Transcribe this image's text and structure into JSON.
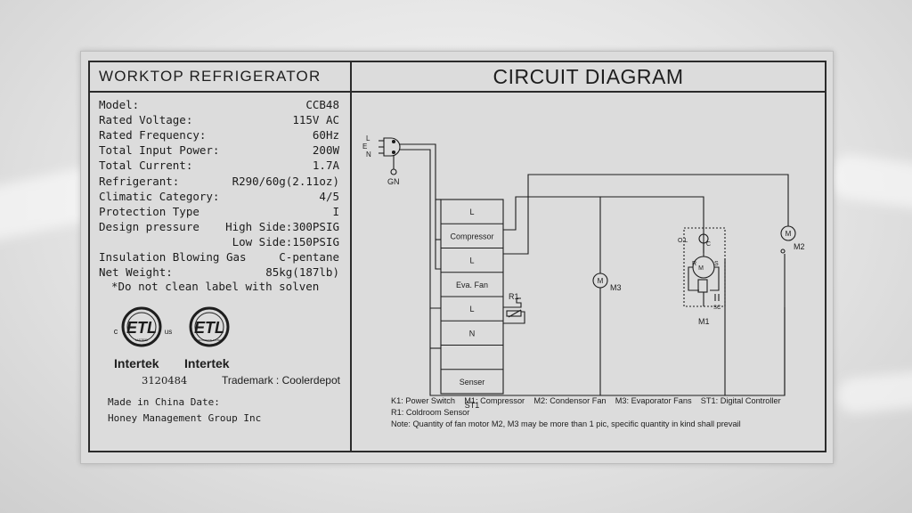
{
  "label": {
    "title": "WORKTOP REFRIGERATOR",
    "specs": [
      {
        "label": "Model:",
        "value": "CCB48"
      },
      {
        "label": "Rated Voltage:",
        "value": "115V AC"
      },
      {
        "label": "Rated Frequency:",
        "value": "60Hz"
      },
      {
        "label": "Total Input Power:",
        "value": "200W"
      },
      {
        "label": "Total Current:",
        "value": "1.7A"
      },
      {
        "label": "Refrigerant:",
        "value": "R290/60g(2.11oz)"
      },
      {
        "label": "Climatic Category:",
        "value": "4/5"
      },
      {
        "label": "Protection Type",
        "value": "I"
      },
      {
        "label": "Design pressure",
        "value": "High Side:300PSIG"
      },
      {
        "label": "",
        "value": "Low Side:150PSIG"
      },
      {
        "label": "Insulation Blowing Gas",
        "value": "C-pentane"
      },
      {
        "label": "Net Weight:",
        "value": "85kg(187lb)"
      }
    ],
    "warning": "*Do not clean label with solven",
    "cert": {
      "mark": "ETL",
      "c": "c",
      "us": "us",
      "listed1": "LISTED",
      "listed2": "SANITATION LISTED",
      "brand1": "Intertek",
      "brand2": "Intertek",
      "number": "3120484",
      "trademark": "Trademark : Coolerdepot"
    },
    "made_in": "Made in China   Date:",
    "company": "Honey Management Group Inc"
  },
  "diagram": {
    "title": "CIRCUIT DIAGRAM",
    "plug": {
      "L": "L",
      "E": "E",
      "N": "N",
      "GN": "GN"
    },
    "controller_rows": [
      "L",
      "Compressor",
      "L",
      "Eva. Fan",
      "L",
      "N",
      "",
      "Senser"
    ],
    "controller_label": "ST1",
    "sensor_label": "R1",
    "m3": "M3",
    "m1": "M1",
    "m2": "M2",
    "m_symbol": "M",
    "ol": "O.L",
    "c": "C",
    "r": "R",
    "s": "S",
    "sc": "SC",
    "legend": {
      "line1": [
        "K1: Power Switch",
        "M1: Compressor",
        "M2: Condensor Fan",
        "M3: Evaporator Fans",
        "ST1: Digital Controller"
      ],
      "line2": "R1: Coldroom Sensor",
      "line3": "Note: Quantity of fan motor M2, M3 may be more than 1 pic, specific quantity in kind shall prevail"
    }
  }
}
